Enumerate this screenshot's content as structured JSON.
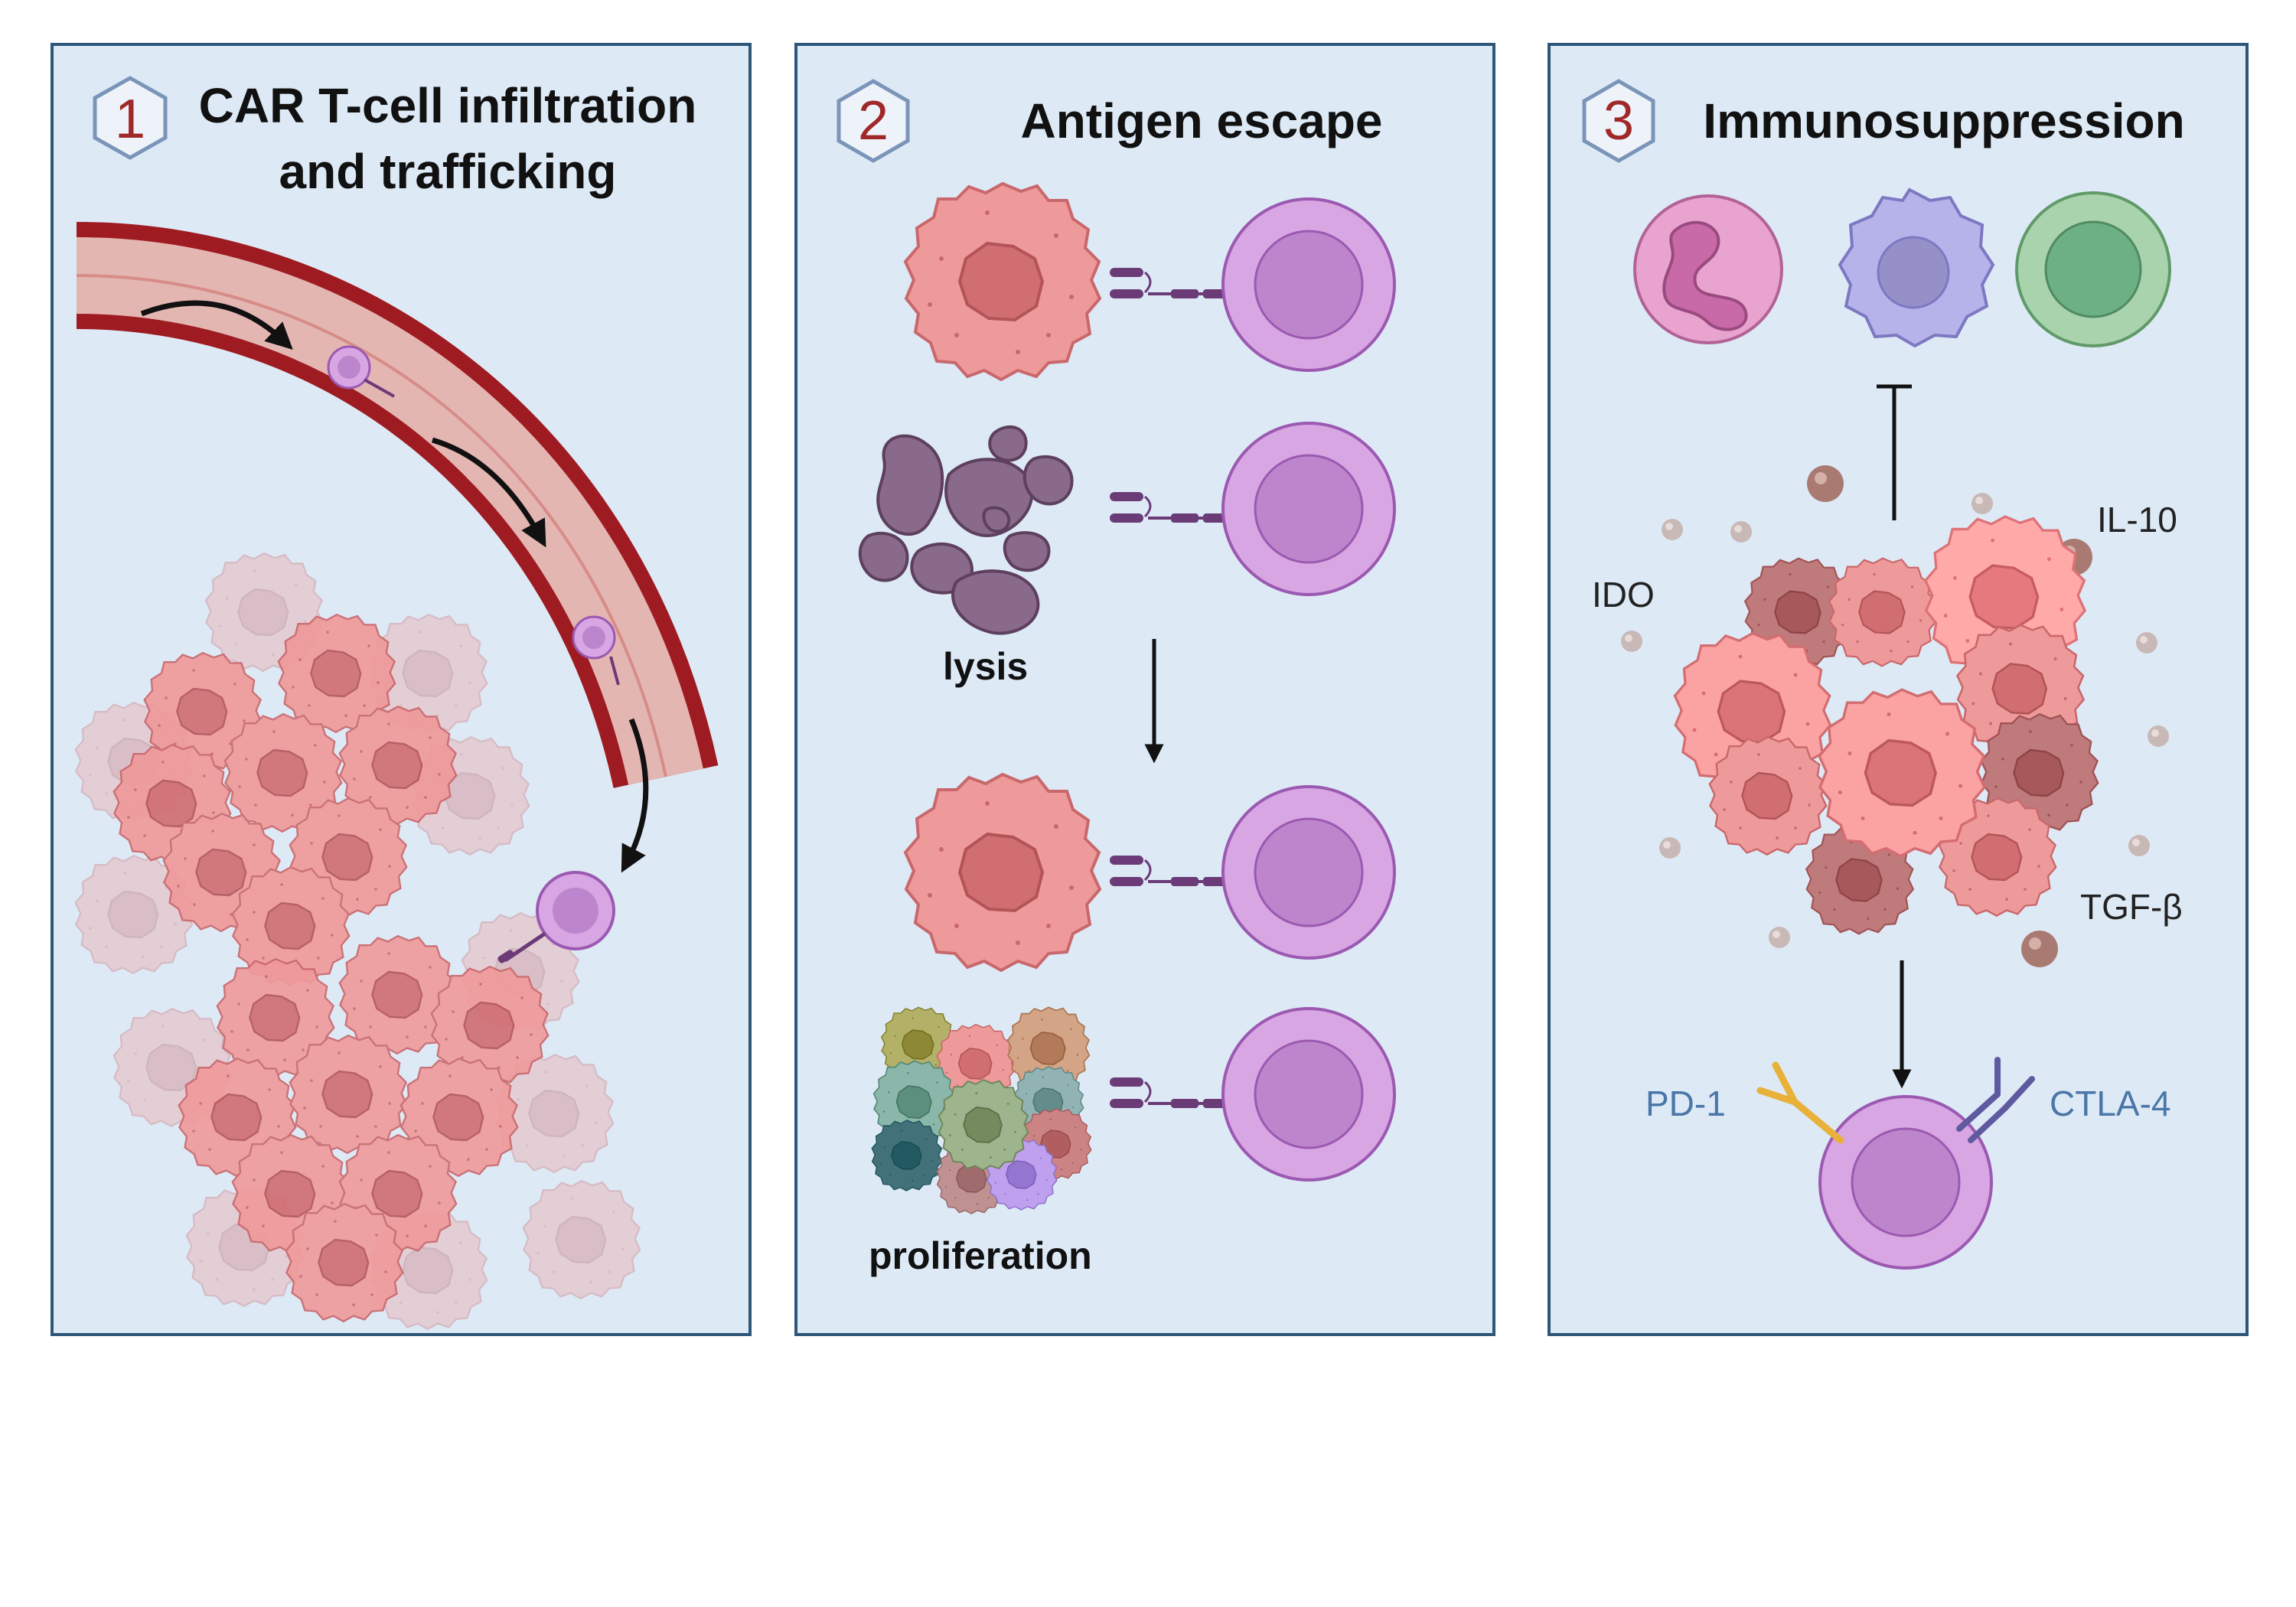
{
  "panels": [
    {
      "number": "1",
      "title_line1": "CAR T-cell infiltration",
      "title_line2": "and trafficking"
    },
    {
      "number": "2",
      "title": "Antigen escape",
      "labels": {
        "lysis": "lysis",
        "proliferation": "proliferation"
      }
    },
    {
      "number": "3",
      "title": "Immunosuppression",
      "labels": {
        "ido": "IDO",
        "il10": "IL-10",
        "tgfb": "TGF-β",
        "pd1": "PD-1",
        "ctla4": "CTLA-4"
      }
    }
  ],
  "colors": {
    "panel_bg": "#ddeaf6",
    "panel_border": "#2e5679",
    "number_color": "#a02828",
    "tumor_cell": "#ef9a9a",
    "tumor_nucleus": "#d06e72",
    "t_cell": "#d8a6e2",
    "t_cell_nucleus": "#bd86cc",
    "vessel_wall": "#9e1b22",
    "vessel_lumen": "#e4b6b2",
    "receptor_label": "#4a76a8"
  },
  "icons": [
    "hexagon-icon",
    "blood-vessel",
    "tumor-cell",
    "car-t-cell",
    "lysed-cell",
    "neutrophil",
    "macrophage",
    "regulatory-t-cell",
    "cytokine-particle",
    "pd1-receptor",
    "ctla4-receptor",
    "arrow-icon",
    "inhibition-icon"
  ]
}
